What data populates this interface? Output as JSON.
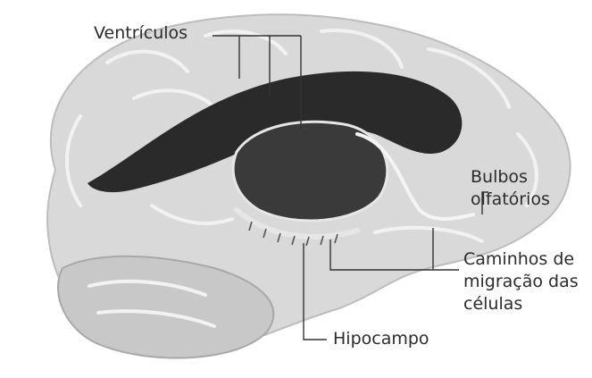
{
  "labels": {
    "ventriculos": "Ventrículos",
    "bulbos": [
      "Bulbos",
      "olfatórios"
    ],
    "caminhos": [
      "Caminhos de",
      "migração das",
      "células"
    ],
    "hipocampo": "Hipocampo"
  },
  "colors": {
    "background": "#ffffff",
    "brain_fill": "#d9d9d9",
    "brain_fold": "#f2f2f2",
    "ventricle": "#2a2a2a",
    "label_text": "#2b2b2b",
    "leader_line": "#333333"
  }
}
